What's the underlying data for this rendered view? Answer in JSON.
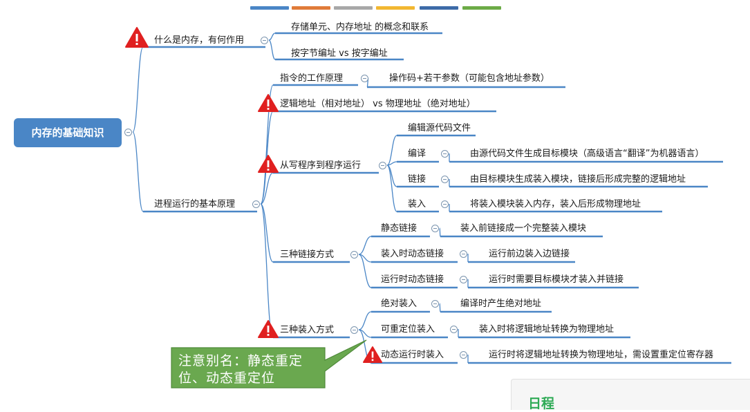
{
  "theme": {
    "color_bars": [
      "#4a86c6",
      "#e07b39",
      "#a8a8a8",
      "#f2b731",
      "#3d6ba8",
      "#6cab47"
    ],
    "branch_line_color": "#4a86c6",
    "root_color": "#4a86c6",
    "callout_color": "#6aa84f",
    "warning_color": "#e02020"
  },
  "root": {
    "label": "内存的基础知识"
  },
  "nodes": {
    "what_is_memory": "什么是内存，有何作用",
    "storage_unit": "存储单元、内存地址 的概念和联系",
    "byte_vs_word": "按字节编址 vs 按字编址",
    "process_principle": "进程运行的基本原理",
    "instruction_principle": "指令的工作原理",
    "opcode_params": "操作码+若干参数（可能包含地址参数）",
    "logical_vs_physical": "逻辑地址（相对地址） vs 物理地址（绝对地址）",
    "write_to_run": "从写程序到程序运行",
    "edit_source": "编辑源代码文件",
    "compile": "编译",
    "compile_desc": "由源代码文件生成目标模块（高级语言“翻译”为机器语言）",
    "link": "链接",
    "link_desc": "由目标模块生成装入模块，链接后形成完整的逻辑地址",
    "load": "装入",
    "load_desc": "将装入模块装入内存，装入后形成物理地址",
    "three_link_methods": "三种链接方式",
    "static_link": "静态链接",
    "static_link_desc": "装入前链接成一个完整装入模块",
    "load_time_dynamic_link": "装入时动态链接",
    "load_time_dynamic_link_desc": "运行前边装入边链接",
    "run_time_dynamic_link": "运行时动态链接",
    "run_time_dynamic_link_desc": "运行时需要目标模块才装入并链接",
    "three_load_methods": "三种装入方式",
    "absolute_load": "绝对装入",
    "absolute_load_desc": "编译时产生绝对地址",
    "relocatable_load": "可重定位装入",
    "relocatable_load_desc": "装入时将逻辑地址转换为物理地址",
    "dynamic_run_load": "动态运行时装入",
    "dynamic_run_load_desc": "运行时将逻辑地址转换为物理地址，需设置重定位寄存器"
  },
  "callout": {
    "text": "注意别名：静态重定位、动态重定位"
  },
  "schedule": {
    "title": "日程"
  },
  "icons": {
    "warning": "warning-triangle-icon",
    "collapse": "collapse-toggle-icon"
  }
}
